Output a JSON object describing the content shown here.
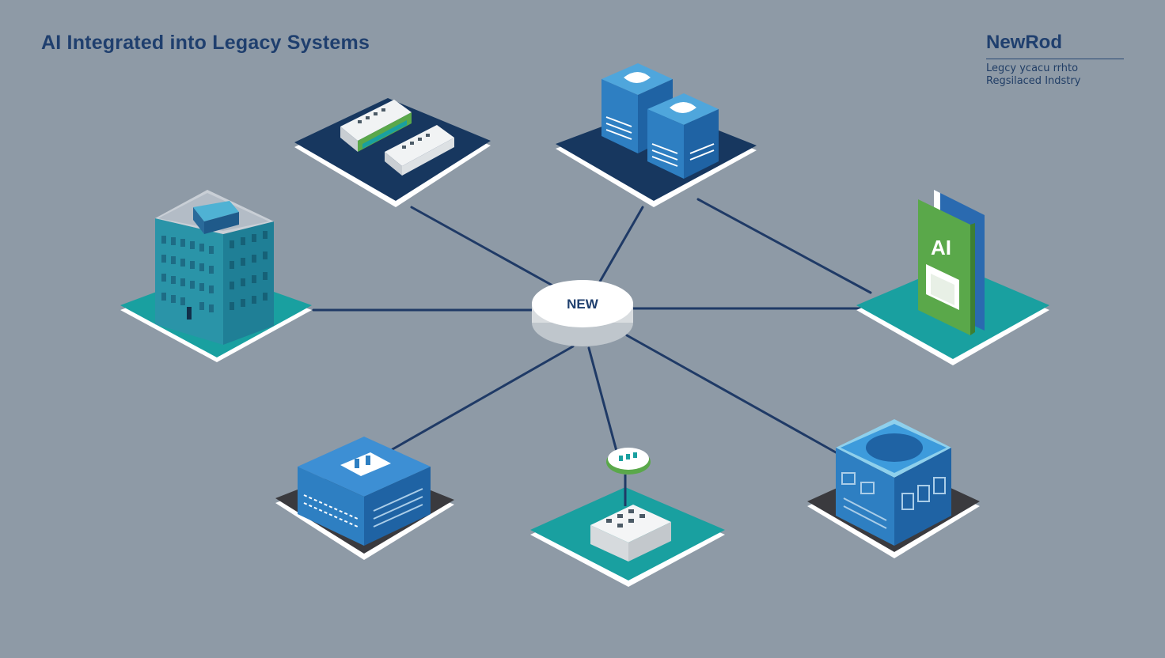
{
  "header": {
    "title": "AI Integrated into Legacy Systems"
  },
  "brand": {
    "name": "NewRod",
    "tagline_line1": "Legcy ycacu rrhto",
    "tagline_line2": "Regsilaced Indstry"
  },
  "hub": {
    "label": "NEW"
  },
  "ai_node": {
    "label": "AI"
  },
  "colors": {
    "background": "#8e9aa6",
    "navy": "#1b3b66",
    "teal": "#19a0a0",
    "blue": "#2e7fc2",
    "green": "#5aa84a",
    "dark": "#3a3a3e",
    "line": "#1f3a66"
  },
  "icons": [
    "legacy-building-icon",
    "network-switch-icon",
    "server-cubes-icon",
    "ai-panel-icon",
    "legacy-server-box-icon",
    "router-hub-icon",
    "data-cube-icon"
  ]
}
